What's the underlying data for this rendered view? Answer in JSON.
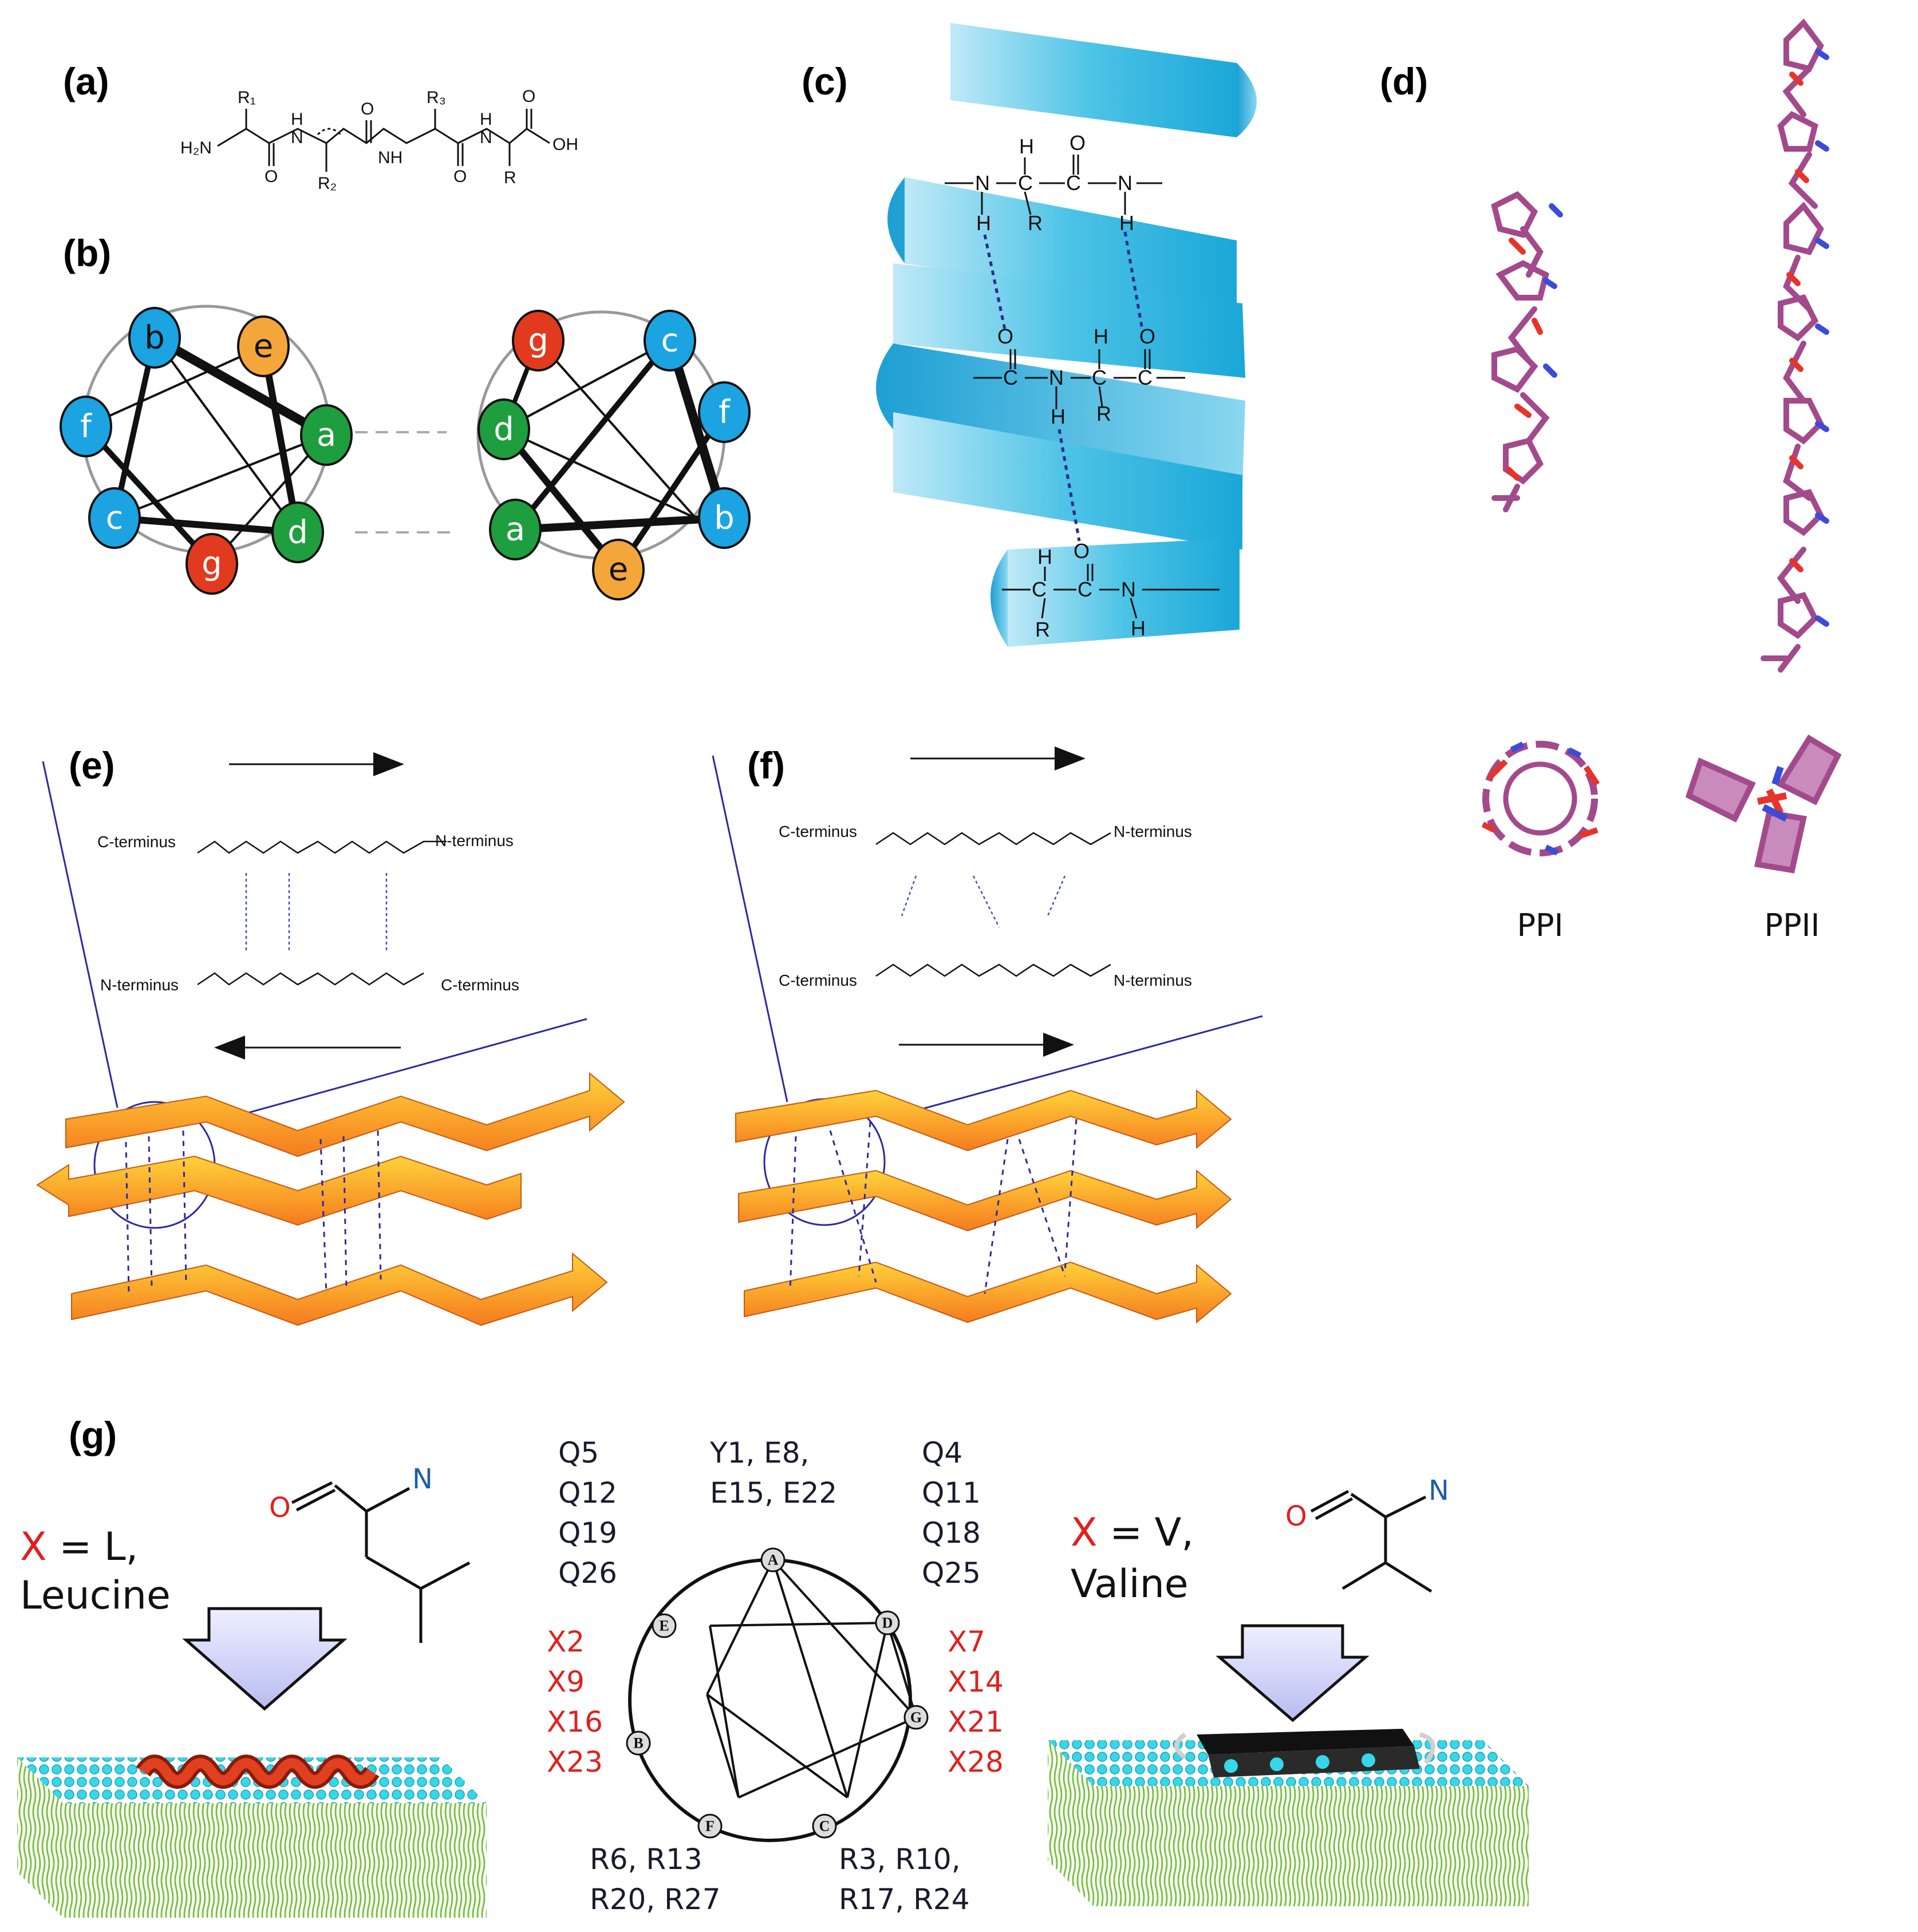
{
  "panels": {
    "a": "(a)",
    "b": "(b)",
    "c": "(c)",
    "d": "(d)",
    "e": "(e)",
    "f": "(f)",
    "g": "(g)"
  },
  "chem_a": {
    "h2n": "H₂N",
    "oh": "OH",
    "nh": "NH",
    "h": "H",
    "n": "N",
    "o": "O",
    "r1": "R₁",
    "r2": "R₂",
    "r3": "R₃",
    "r": "R"
  },
  "wheel_left": [
    "a",
    "b",
    "c",
    "d",
    "e",
    "f",
    "g"
  ],
  "wheel_right": [
    "a",
    "b",
    "c",
    "d",
    "e",
    "f",
    "g"
  ],
  "wheel_colors": {
    "a": "#1e9e3e",
    "d": "#1e9e3e",
    "b": "#1ba3e2",
    "c": "#1ba3e2",
    "f": "#1ba3e2",
    "e": "#f5a63a",
    "g": "#e23a1e"
  },
  "helix_chem": {
    "n": "N",
    "c": "C",
    "h": "H",
    "o": "O",
    "r": "R"
  },
  "ribbon_color": "#4cc3e6",
  "polyproline": {
    "ppi": "PPI",
    "ppii": "PPII",
    "stick_color": "#a24a8c"
  },
  "sheet_e": {
    "top_left": "C-terminus",
    "top_right": "N-terminus",
    "bottom_left": "N-terminus",
    "bottom_right": "C-terminus"
  },
  "sheet_f": {
    "top_left": "C-terminus",
    "top_right": "N-terminus",
    "bottom_left": "C-terminus",
    "bottom_right": "N-terminus"
  },
  "sheet_color": "#f8a52a",
  "panel_g": {
    "left_x": "X",
    "left_eq": " = L,",
    "left_name": "Leucine",
    "right_x": "X",
    "right_eq": " = V,",
    "right_name": "Valine",
    "atom_n": "N",
    "atom_o": "O",
    "top_left_res": [
      "Q5",
      "Q12",
      "Q19",
      "Q26"
    ],
    "top_center_res": [
      "Y1, E8,",
      "E15, E22"
    ],
    "top_right_res": [
      "Q4",
      "Q11",
      "Q18",
      "Q25"
    ],
    "mid_left_res": [
      "X2",
      "X9",
      "X16",
      "X23"
    ],
    "mid_right_res": [
      "X7",
      "X14",
      "X21",
      "X28"
    ],
    "bottom_left_res": [
      "R6, R13",
      "R20, R27"
    ],
    "bottom_right_res": [
      "R3, R10,",
      "R17, R24"
    ],
    "wheel_nodes": [
      "A",
      "B",
      "C",
      "D",
      "E",
      "F",
      "G"
    ]
  }
}
